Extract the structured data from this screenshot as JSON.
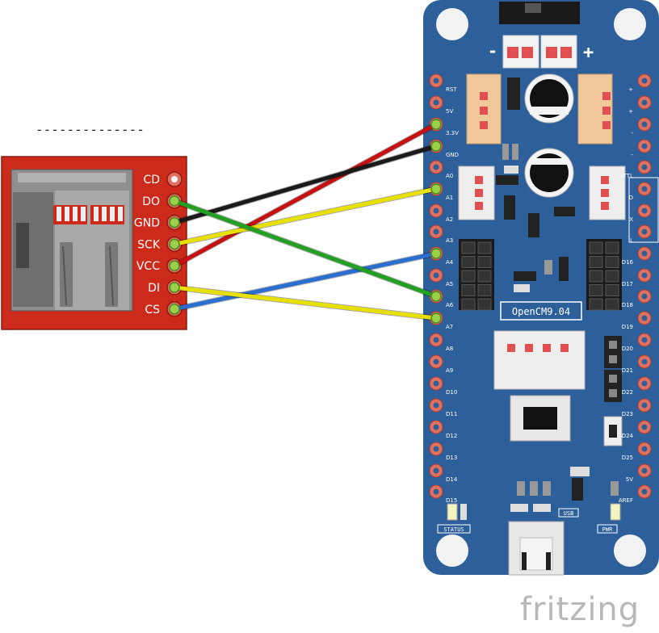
{
  "sd_module": {
    "dash_text": "--------------",
    "pins": [
      "CD",
      "DO",
      "GND",
      "SCK",
      "VCC",
      "DI",
      "CS"
    ]
  },
  "board": {
    "name": "OpenCM9.04",
    "minus": "-",
    "plus": "+",
    "left_pins": [
      "RST",
      "5V",
      "3.3V",
      "GND",
      "A0",
      "A1",
      "A2",
      "A3",
      "A4",
      "A5",
      "A6",
      "A7",
      "A8",
      "A9",
      "D10",
      "D11",
      "D12",
      "D13",
      "D14",
      "D15"
    ],
    "right_pins": [
      "+",
      "+",
      "-",
      "-",
      "TTL",
      "D",
      "X",
      "L",
      "D16",
      "D17",
      "D18",
      "D19",
      "D20",
      "D21",
      "D22",
      "D23",
      "D24",
      "D25",
      "5V",
      "AREF"
    ],
    "status_label": "STATUS",
    "usb_label": "USB",
    "pwr_label": "PWR"
  },
  "wires": [
    {
      "from": "VCC",
      "to": "3.3V",
      "color": "#c81010"
    },
    {
      "from": "GND",
      "to": "GND",
      "color": "#1a1a1a"
    },
    {
      "from": "SCK",
      "to": "A1",
      "color": "#e8e000"
    },
    {
      "from": "CS",
      "to": "A4",
      "color": "#2a6fd0"
    },
    {
      "from": "DO",
      "to": "A6",
      "color": "#22a022"
    },
    {
      "from": "DI",
      "to": "A7",
      "color": "#e8e000"
    }
  ],
  "colors": {
    "board_blue": "#2d5f9a",
    "sd_red": "#cc2a1a",
    "pad": "#e07060"
  },
  "brand": "fritzing"
}
